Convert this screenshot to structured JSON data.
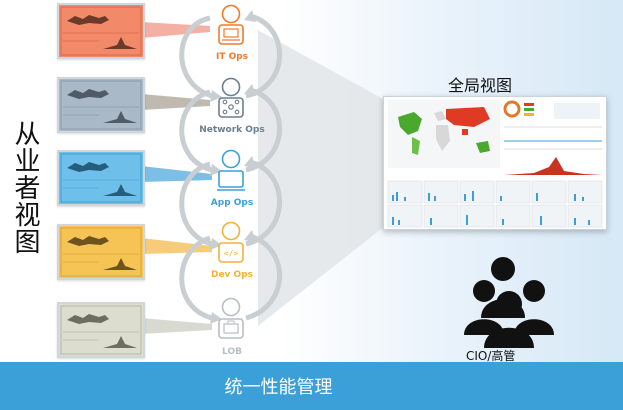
{
  "left_title": "从业者视图",
  "roles": [
    {
      "name": "IT Ops",
      "color": "#f07a2a",
      "thumb_color": "#f28a6a",
      "icon": "laptop-icon"
    },
    {
      "name": "Network Ops",
      "color": "#6a7f8f",
      "thumb_color": "#9fb0c0",
      "icon": "network-nodes-icon"
    },
    {
      "name": "App Ops",
      "color": "#3ca0d8",
      "thumb_color": "#6ec0ea",
      "icon": "monitor-icon"
    },
    {
      "name": "Dev Ops",
      "color": "#f0b23a",
      "thumb_color": "#f6c455",
      "icon": "code-window-icon"
    },
    {
      "name": "LOB",
      "color": "#b9bec3",
      "thumb_color": "#d8d9cc",
      "icon": "briefcase-icon"
    }
  ],
  "global_view_title": "全局视图",
  "executive_label": "CIO/高管",
  "bottom_banner": "统一性能管理",
  "colors": {
    "banner": "#3b9fd8",
    "cone": "#d9dde1",
    "cycle_arrow": "#c7cdd2"
  }
}
